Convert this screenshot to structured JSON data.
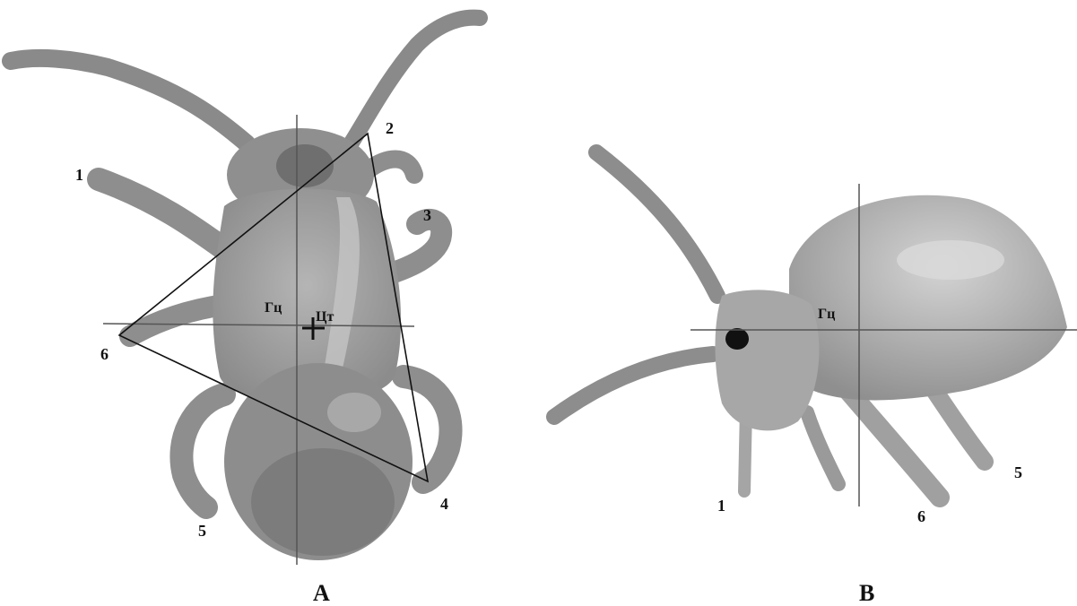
{
  "panels": [
    {
      "id": "A",
      "label": "А",
      "leg_labels": [
        "1",
        "2",
        "3",
        "4",
        "5",
        "6"
      ],
      "midline_label": "Гц",
      "center_label": "Цт"
    },
    {
      "id": "B",
      "label": "В",
      "leg_labels": [
        "1",
        "5",
        "6"
      ],
      "midline_label": "Гц"
    }
  ],
  "colors": {
    "body_fill": "#9a9a9a",
    "body_dark": "#6e6e6e",
    "body_light": "#bdbdbd",
    "line": "#555555",
    "triangle": "#111111"
  }
}
